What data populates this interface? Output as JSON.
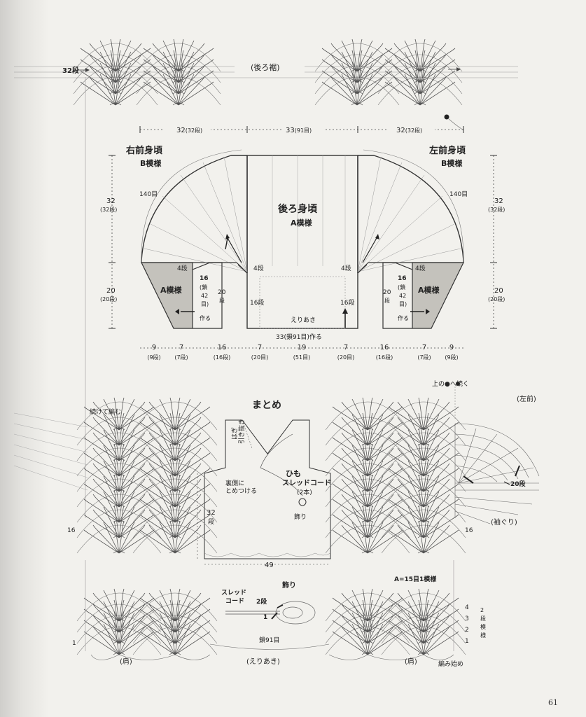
{
  "page_number": "61",
  "top": {
    "row_label": "32段",
    "hem_label": "(後ろ裾)"
  },
  "schematic": {
    "widths_top": [
      {
        "cm": "32",
        "rows": "(32段)"
      },
      {
        "cm": "33",
        "rows": "(91目)"
      },
      {
        "cm": "32",
        "rows": "(32段)"
      }
    ],
    "right_front": {
      "title": "右前身頃",
      "pattern": "B模様",
      "stitches": "140目"
    },
    "left_front": {
      "title": "左前身頃",
      "pattern": "B模様",
      "stitches": "140目"
    },
    "back": {
      "title": "後ろ身頃",
      "pattern": "A模様"
    },
    "pattern_a": "A模様",
    "heights_left": [
      {
        "cm": "32",
        "rows": "(32段)"
      },
      {
        "cm": "20",
        "rows": "(20段)"
      }
    ],
    "heights_right": [
      {
        "cm": "32",
        "rows": "(32段)"
      },
      {
        "cm": "20",
        "rows": "(20段)"
      }
    ],
    "rows_4": "4段",
    "rows_16": "16段",
    "chain_note": {
      "n": "16",
      "a": "(鎖",
      "b": "42",
      "c": "目)",
      "d": "作る"
    },
    "inner_20": "20",
    "inner_20_rows": "段",
    "neck_label": "えりあき",
    "bottom_chain": "33(鎖91目)作る",
    "widths_bottom": [
      {
        "cm": "9",
        "rows": "(9段)"
      },
      {
        "cm": "7",
        "rows": "(7段)"
      },
      {
        "cm": "16",
        "rows": "(16段)"
      },
      {
        "cm": "7",
        "rows": "(20目)"
      },
      {
        "cm": "19",
        "rows": "(51目)"
      },
      {
        "cm": "7",
        "rows": "(20目)"
      },
      {
        "cm": "16",
        "rows": "(16段)"
      },
      {
        "cm": "7",
        "rows": "(7段)"
      },
      {
        "cm": "9",
        "rows": "(9段)"
      }
    ]
  },
  "assembly": {
    "title": "まとめ",
    "seam": "はぎ",
    "slip": "引き抜き",
    "back_attach_1": "裏側に",
    "back_attach_2": "とめつける",
    "cord_1": "ひも",
    "cord_2": "スレッドコード",
    "cord_3": "(2本)",
    "decoration": "飾り",
    "height": "32",
    "height_unit": "段",
    "width": "49"
  },
  "chart": {
    "continue_label": "続けて編む",
    "row_16": "16",
    "right_16": "16",
    "row_20": "20段",
    "to_top": "上の●へ続く",
    "left_front": "(左前)",
    "armhole": "(袖ぐり)",
    "pattern_a_note": "A=15目1模様",
    "thread_cord_1": "スレッド",
    "thread_cord_2": "コード",
    "deco_title": "飾り",
    "deco_rows": "2段",
    "deco_row1": "1",
    "chain_91": "鎖91目",
    "row_1_left": "1",
    "row_nums": [
      "4",
      "3",
      "2",
      "1"
    ],
    "repeat_1": "2",
    "repeat_2": "段",
    "repeat_3": "模",
    "repeat_4": "様",
    "shoulder_l": "(肩)",
    "neckline": "(えりあき)",
    "shoulder_r": "(肩)",
    "start": "編み始め"
  }
}
